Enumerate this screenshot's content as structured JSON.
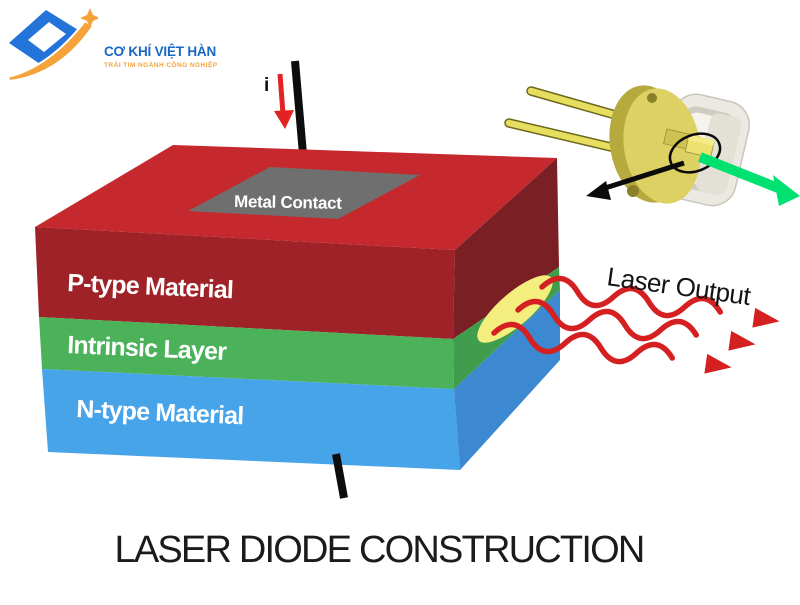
{
  "logo": {
    "name": "CƠ KHÍ VIỆT HÀN",
    "tagline": "TRÁI TIM NGÀNH CÔNG NGHIỆP"
  },
  "title": "LASER DIODE CONSTRUCTION",
  "diagram": {
    "labels": {
      "metal_contact": "Metal Contact",
      "p_type": "P-type Material",
      "intrinsic": "Intrinsic Layer",
      "n_type": "N-type Material",
      "laser_output": "Laser Output",
      "current": "i"
    },
    "colors": {
      "top_red": "#c5292e",
      "front_red": "#9e2227",
      "side_red": "#7a1f24",
      "front_green": "#4cb25a",
      "side_green": "#3f9d4d",
      "front_blue": "#47a4e9",
      "side_blue": "#3c88d1",
      "metal_gray": "#6f6f6f",
      "wire_black": "#0d0d0d",
      "emission_yellow": "#f3ee7d",
      "beam_wave_red": "#d42020",
      "current_arrow_red": "#e32222",
      "output_beam_green": "#00e170",
      "package_gold": "#ddd164",
      "logo_blue": "#2373d8",
      "logo_orange": "#f6a23b"
    }
  }
}
